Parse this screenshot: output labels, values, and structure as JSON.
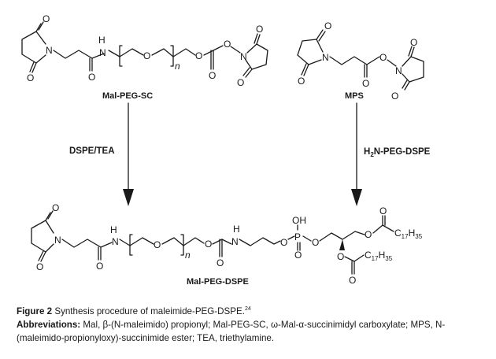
{
  "compounds": {
    "mal_peg_sc": {
      "name": "Mal-PEG-SC",
      "atoms": {
        "N_imide": "N",
        "O_top": "O",
        "O_bottom": "O",
        "N_amide": "N",
        "H_amide": "H",
        "O_amide": "O",
        "O_peg": "O",
        "n_sub": "n",
        "O_link": "O",
        "O_carb": "O",
        "O_ester": "O",
        "N_nhs": "N",
        "O_nhs_top": "O",
        "O_nhs_bottom": "O"
      }
    },
    "mps": {
      "name": "MPS",
      "atoms": {
        "N_imide": "N",
        "O_top": "O",
        "O_bottom": "O",
        "O_carbonyl": "O",
        "O_ester": "O",
        "N_nhs": "N",
        "O_nhs_top": "O",
        "O_nhs_bottom": "O"
      }
    },
    "mal_peg_dspe": {
      "name": "Mal-PEG-DSPE",
      "atoms": {
        "N_imide": "N",
        "O_top": "O",
        "O_bottom": "O",
        "N_amide": "N",
        "H_amide": "H",
        "O_amide": "O",
        "O_peg": "O",
        "n_sub": "n",
        "O_carb_link": "O",
        "O_carb": "O",
        "N_carbamate": "N",
        "H_carbamate": "H",
        "O_p1": "O",
        "P": "P",
        "OH": "OH",
        "O_p_dbl": "O",
        "O_p2": "O",
        "O_chain1": "O",
        "O_c1_dbl": "O",
        "C1": "C",
        "C1_sub": "17",
        "H1": "H",
        "H1_sub": "35",
        "O_chain2": "O",
        "O_c2_dbl": "O",
        "C2": "C",
        "C2_sub": "17",
        "H2": "H",
        "H2_sub": "35"
      }
    }
  },
  "reagents": {
    "left": "DSPE/TEA",
    "right_pre": "H",
    "right_sub": "2",
    "right_post": "N-PEG-DSPE"
  },
  "caption": {
    "figure_label": "Figure 2",
    "figure_text": " Synthesis procedure of maleimide-PEG-DSPE.",
    "ref": "24",
    "abbr_label": "Abbreviations:",
    "abbr_text": " Mal, β-(N-maleimido) propionyl; Mal-PEG-SC, ω-Mal-α-succinimidyl carboxylate; MPS, N-(maleimido-propionyloxy)-succinimide ester; TEA, triethylamine."
  }
}
